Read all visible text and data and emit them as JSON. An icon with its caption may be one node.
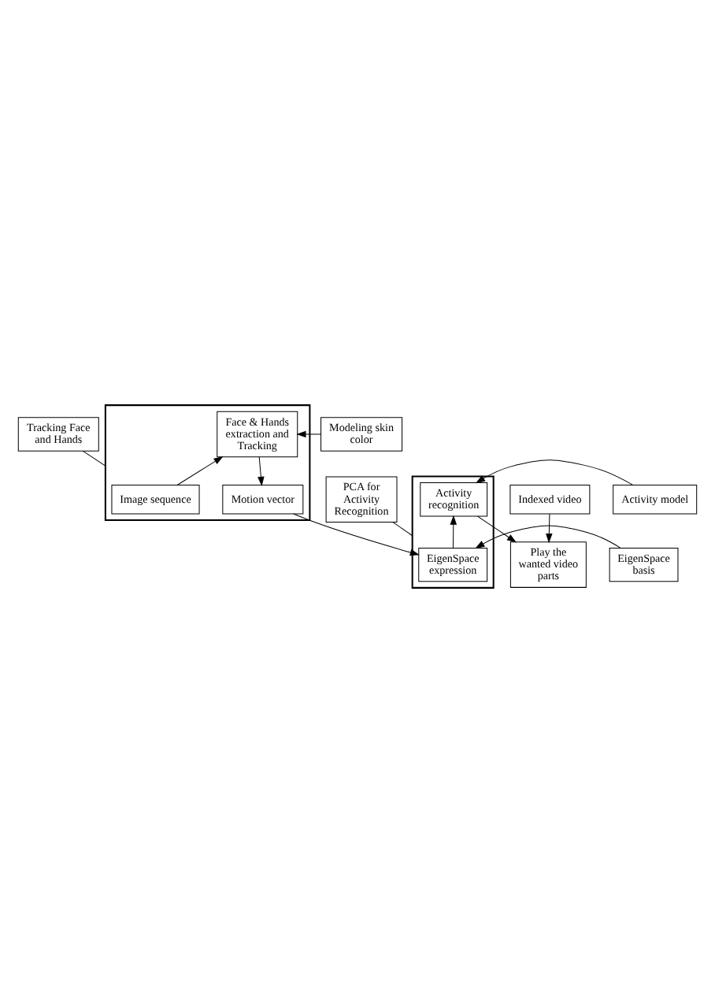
{
  "diagram": {
    "nodes": [
      {
        "text": [
          "Tracking Face and Hands"
        ]
      },
      {
        "text": [],
        "shape": "box"
      },
      {
        "text": [
          "Image sequence"
        ],
        "in": 1
      },
      {
        "text": [
          "Face & Hands extraction and Tracking"
        ],
        "in": 1
      },
      {
        "text": [
          "Motion vector"
        ],
        "in": 1
      },
      {
        "text": [
          "Modeling skin color"
        ]
      },
      {
        "text": [
          "PCA for Activity Recognition"
        ]
      },
      {
        "text": [],
        "shape": "box"
      },
      {
        "text": [
          "EigenSpace basis"
        ]
      },
      {
        "text": [
          "EigenSpace expression"
        ],
        "in": 7
      },
      {
        "text": [
          "Activity model"
        ]
      },
      {
        "text": [
          "Activity recognition"
        ],
        "in": 7
      },
      {
        "text": [
          "Indexed video"
        ]
      },
      {
        "text": [
          "Play the wanted video parts"
        ]
      }
    ],
    "edges": [
      {
        "from": 2,
        "to": 3,
        "arrow": "to"
      },
      {
        "from": 5,
        "to": 3,
        "arrow": "to"
      },
      {
        "from": 3,
        "to": 4,
        "arrow": "to"
      },
      {
        "from": 4,
        "to": 9,
        "arrow": "to"
      },
      {
        "from": 8,
        "to": 9,
        "arrow": "to"
      },
      {
        "from": 9,
        "to": 11,
        "arrow": "to"
      },
      {
        "from": 10,
        "to": 11,
        "arrow": "to"
      },
      {
        "from": 11,
        "to": 13,
        "arrow": "to"
      },
      {
        "from": 12,
        "to": 13,
        "arrow": "to"
      },
      {
        "from": 0,
        "to": 1,
        "arrow": "none"
      },
      {
        "from": 6,
        "to": 7,
        "arrow": "none"
      }
    ]
  }
}
